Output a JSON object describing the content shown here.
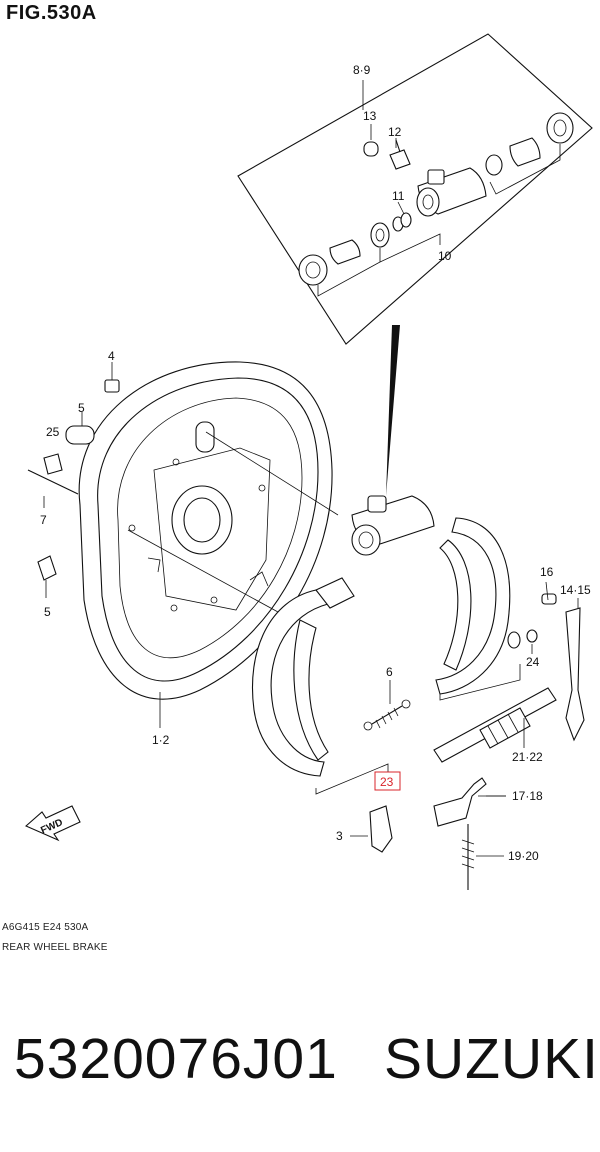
{
  "header": {
    "figure_title": "FIG.530A"
  },
  "callouts": {
    "c89": "8·9",
    "c13": "13",
    "c12": "12",
    "c11": "11",
    "c10": "10",
    "c4": "4",
    "c5a": "5",
    "c25": "25",
    "c7": "7",
    "c5b": "5",
    "c12drum": "1·2",
    "c16": "16",
    "c1415": "14·15",
    "c24": "24",
    "c6": "6",
    "c23": "23",
    "c2122": "21·22",
    "c1718": "17·18",
    "c3": "3",
    "c1920": "19·20",
    "fwd": "FWD"
  },
  "highlight_color": "#d9242b",
  "footer": {
    "code_line": "A6G415 E24 530A",
    "name_line": "REAR WHEEL BRAKE"
  },
  "product": {
    "part_number": "5320076J01",
    "brand": "SUZUKI"
  }
}
